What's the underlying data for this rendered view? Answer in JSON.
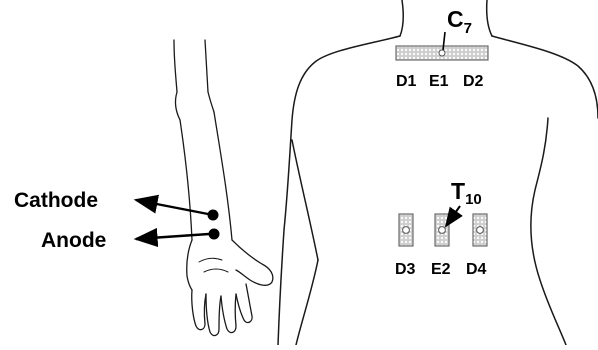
{
  "labels": {
    "cathode": "Cathode",
    "anode": "Anode",
    "c7_main": "C",
    "c7_sub": "7",
    "t10_main": "T",
    "t10_sub": "10",
    "d1": "D1",
    "e1": "E1",
    "d2": "D2",
    "d3": "D3",
    "e2": "E2",
    "d4": "D4"
  },
  "colors": {
    "line": "#1a1a1a",
    "electrode_fill": "#cfcfcf",
    "dot": "#000000"
  }
}
